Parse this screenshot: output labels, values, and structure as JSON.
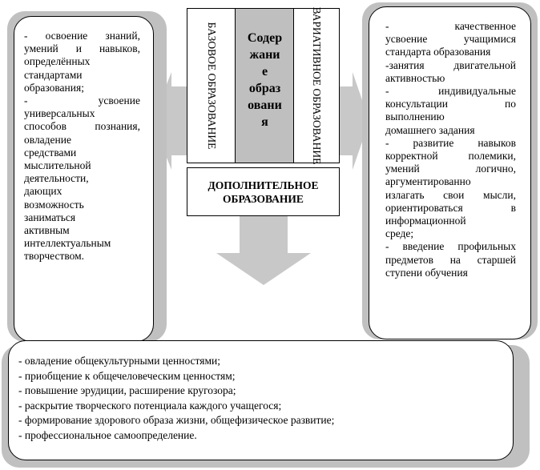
{
  "left_box": {
    "lines": [
      {
        "t": "- освоение знаний,",
        "j": "l"
      },
      {
        "t": "умений и навыков,",
        "j": "l"
      },
      {
        "t": "определённых",
        "j": "e"
      },
      {
        "t": "стандартами",
        "j": "e"
      },
      {
        "t": "образования;",
        "j": "e"
      },
      {
        "t": "- усвоение",
        "j": "l"
      },
      {
        "t": "универсальных",
        "j": "e"
      },
      {
        "t": "способов познания,",
        "j": "l"
      },
      {
        "t": "овладение",
        "j": "e"
      },
      {
        "t": "средствами",
        "j": "e"
      },
      {
        "t": "мыслительной",
        "j": "e"
      },
      {
        "t": "деятельности,",
        "j": "e"
      },
      {
        "t": "дающих",
        "j": "e"
      },
      {
        "t": "возможность",
        "j": "e"
      },
      {
        "t": "заниматься",
        "j": "e"
      },
      {
        "t": "активным",
        "j": "e"
      },
      {
        "t": "интеллектуальным",
        "j": "e"
      },
      {
        "t": "творчеством.",
        "j": "e"
      }
    ]
  },
  "right_box": {
    "lines": [
      {
        "t": "- качественное",
        "j": "l"
      },
      {
        "t": "усвоение учащимися",
        "j": "l"
      },
      {
        "t": "стандарта образования",
        "j": "e"
      },
      {
        "t": "-занятия двигательной",
        "j": "l"
      },
      {
        "t": "активностью",
        "j": "e"
      },
      {
        "t": "- индивидуальные",
        "j": "l"
      },
      {
        "t": "консультации по",
        "j": "l"
      },
      {
        "t": "выполнению",
        "j": "e"
      },
      {
        "t": "домашнего задания",
        "j": "e"
      },
      {
        "t": "- развитие навыков",
        "j": "l"
      },
      {
        "t": "корректной полемики,",
        "j": "l"
      },
      {
        "t": "умений логично,",
        "j": "l"
      },
      {
        "t": "аргументированно",
        "j": "e"
      },
      {
        "t": "излагать свои мысли,",
        "j": "l"
      },
      {
        "t": "ориентироваться в",
        "j": "l"
      },
      {
        "t": "информационной",
        "j": "e"
      },
      {
        "t": "среде;",
        "j": "e"
      },
      {
        "t": "- введение профильных",
        "j": "l"
      },
      {
        "t": "предметов на старшей",
        "j": "l"
      },
      {
        "t": "ступени обучения",
        "j": "e"
      }
    ]
  },
  "center": {
    "left_label": "БАЗОВОЕ ОБРАЗОВАНИЕ",
    "mid_lines": [
      "Содер",
      "жани",
      "е",
      "образ",
      "овани",
      "я"
    ],
    "right_label": "ВАРИАТИВНОЕ ОБРАЗОВАНИЕ"
  },
  "additional": {
    "lines": [
      "ДОПОЛНИТЕЛЬНОЕ",
      "ОБРАЗОВАНИЕ"
    ]
  },
  "bottom_box": {
    "lines": [
      {
        "t": "- овладение общекультурными ценностями;"
      },
      {
        "t": "- приобщение к общечеловеческим ценностям;"
      },
      {
        "t": "- повышение эрудиции, расширение кругозора;"
      },
      {
        "t": "-  раскрытие творческого потенциала каждого учащегося;"
      },
      {
        "t": "- формирование здорового образа жизни, общефизическое развитие;"
      },
      {
        "t": "- профессиональное самоопределение."
      }
    ]
  },
  "colors": {
    "shadow": "#c0c0c0",
    "arrow": "#c8c8c8",
    "center_fill": "#bfbfbf"
  }
}
